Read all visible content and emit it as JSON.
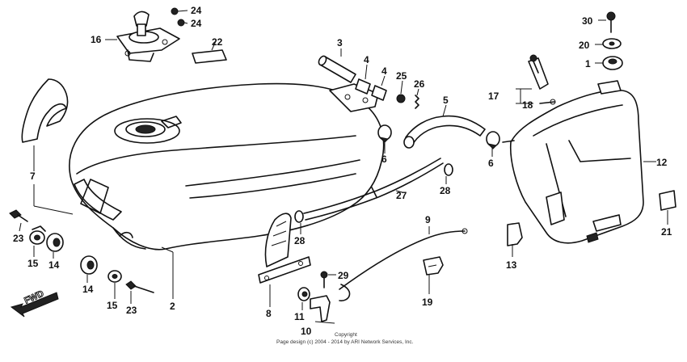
{
  "labels": {
    "p1": "1",
    "p2": "2",
    "p3": "3",
    "p4a": "4",
    "p4b": "4",
    "p5": "5",
    "p6a": "6",
    "p6b": "6",
    "p7": "7",
    "p8": "8",
    "p9": "9",
    "p10": "10",
    "p11": "11",
    "p12": "12",
    "p13": "13",
    "p14a": "14",
    "p14b": "14",
    "p15a": "15",
    "p15b": "15",
    "p16": "16",
    "p17": "17",
    "p18": "18",
    "p19": "19",
    "p20": "20",
    "p21": "21",
    "p22": "22",
    "p23a": "23",
    "p23b": "23",
    "p24a": "24",
    "p24b": "24",
    "p25": "25",
    "p26": "26",
    "p27": "27",
    "p28a": "28",
    "p28b": "28",
    "p29": "29",
    "p30": "30"
  },
  "fwd": "FWD",
  "copyright": {
    "line1": "Copyright",
    "line2": "Page design (c) 2004 - 2014 by ARI Network Services, Inc."
  }
}
